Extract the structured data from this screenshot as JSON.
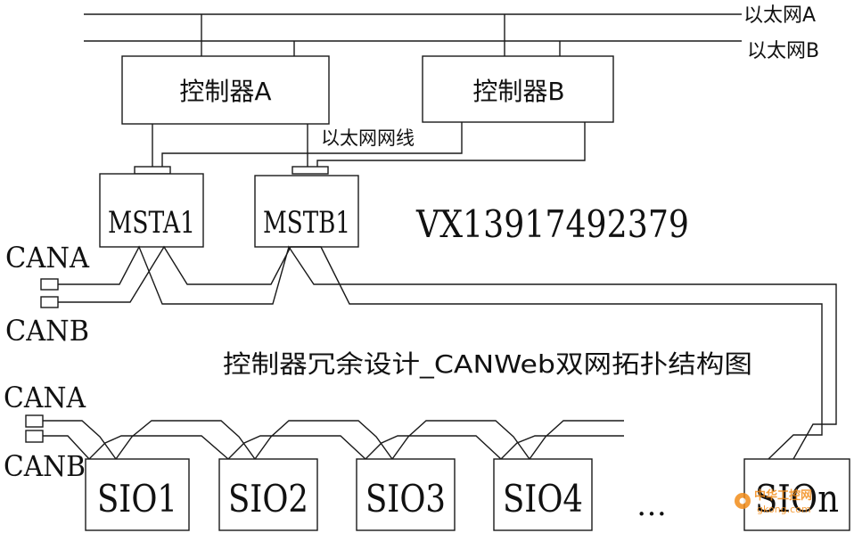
{
  "diagram": {
    "buses": {
      "ethernet_a": "以太网A",
      "ethernet_b": "以太网B"
    },
    "controllers": {
      "a": "控制器A",
      "b": "控制器B"
    },
    "ethernet_cable": "以太网网线",
    "masters": {
      "a1": "MSTA1",
      "b1": "MSTB1"
    },
    "contact": "VX13917492379",
    "can_left_top": {
      "cana": "CANA",
      "canb": "CANB"
    },
    "can_left_bottom": {
      "cana": "CANA",
      "canb": "CANB"
    },
    "title": "控制器冗余设计_CANWeb双网拓扑结构图",
    "slaves": [
      "SIO1",
      "SIO2",
      "SIO3",
      "SIO4",
      "SIOn"
    ],
    "ellipsis": "…",
    "watermark": {
      "name": "中华工控网",
      "url": "gkong.com"
    },
    "colors": {
      "line": "#1a1a1a",
      "watermark": "#f28c1a"
    }
  }
}
